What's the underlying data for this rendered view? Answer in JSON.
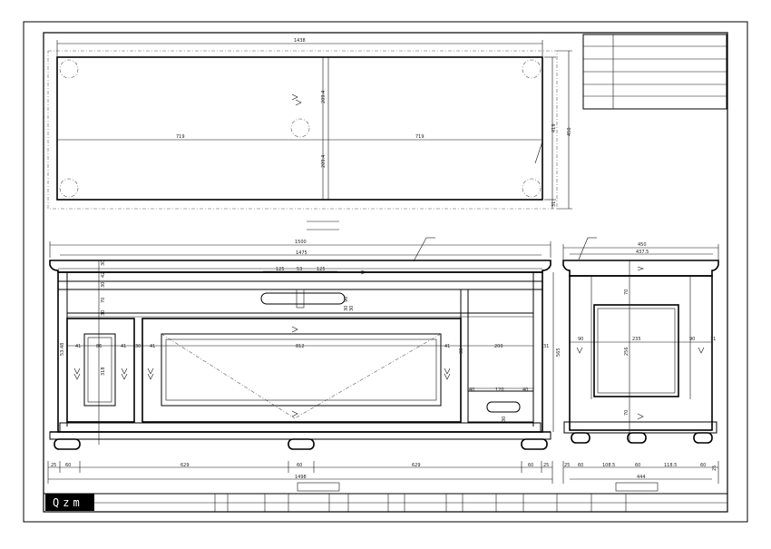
{
  "logo": {
    "text": "Qzm"
  },
  "top_view": {
    "overall_width": "1438",
    "half_left": "719",
    "half_right": "719",
    "depth": "450",
    "depth_inner": "419",
    "depth_small": "31",
    "center_upper": "209.4",
    "center_lower": "209.4"
  },
  "front_view": {
    "overall_width": "1500",
    "top_width": "1475",
    "handle_a": "125",
    "handle_b": "53",
    "handle_c": "125",
    "left_heights": [
      "30",
      "42",
      "30",
      "70",
      "30"
    ],
    "drawer_heights": [
      "90",
      "30",
      "30"
    ],
    "door_left_width": "86",
    "left_41a": "41",
    "left_41b": "41",
    "left_30": "30",
    "left_41c": "41",
    "panel_width": "812",
    "right_41": "41",
    "right_30": "30",
    "side_open_width": "200",
    "side_right_31": "31",
    "drawer_40a": "40",
    "drawer_120": "120",
    "drawer_40b": "40",
    "drawer_h": "30",
    "side_height": "565",
    "door_height": "318",
    "left_height_label": "53.48",
    "bottom_dims": [
      "25",
      "60",
      "629",
      "60",
      "629",
      "60",
      "25"
    ],
    "bottom_total": "1498"
  },
  "side_view": {
    "overall_depth": "450",
    "inner_depth": "437.5",
    "left_90": "90",
    "center_235": "235",
    "right_90": "90",
    "right_31": "31",
    "center_height": "256",
    "top_70": "70",
    "bottom_70": "70",
    "bottom_dims": [
      "25",
      "60",
      "108.5",
      "60",
      "118.5",
      "60",
      "25"
    ],
    "bottom_total": "444"
  }
}
